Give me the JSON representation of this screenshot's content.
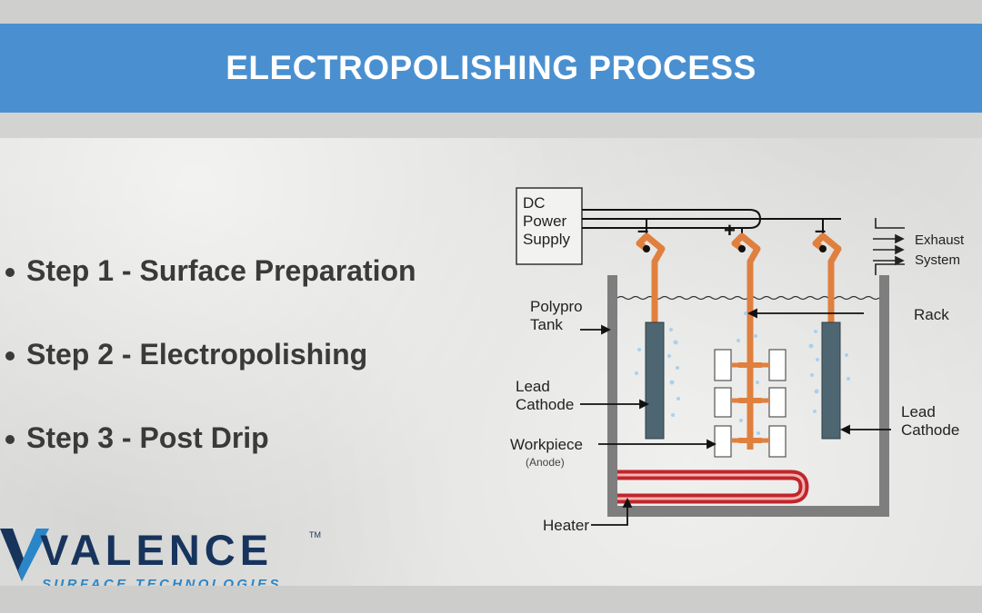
{
  "title": "ELECTROPOLISHING PROCESS",
  "colors": {
    "banner": "#4a90d0",
    "copper": "#e0803e",
    "heater": "#c0262b",
    "cathode": "#4e6672",
    "tank": "#7e7e7e"
  },
  "steps": [
    {
      "label": "Step 1 - Surface Preparation"
    },
    {
      "label": "Step 2 - Electropolishing"
    },
    {
      "label": "Step 3 - Post Drip"
    }
  ],
  "logo": {
    "name": "VALENCE",
    "tagline": "SURFACE TECHNOLOGIES",
    "trademark": "TM"
  },
  "diagram": {
    "power_supply": [
      "DC",
      "Power",
      "Supply"
    ],
    "signs": {
      "left": "–",
      "center": "+",
      "right": "–"
    },
    "exhaust": [
      "Exhaust",
      "System"
    ],
    "rack": "Rack",
    "tank": [
      "Polypro",
      "Tank"
    ],
    "left_cathode": [
      "Lead",
      "Cathode"
    ],
    "right_cathode": [
      "Lead",
      "Cathode"
    ],
    "workpiece": "Workpiece",
    "anode": "(Anode)",
    "heater": "Heater"
  }
}
